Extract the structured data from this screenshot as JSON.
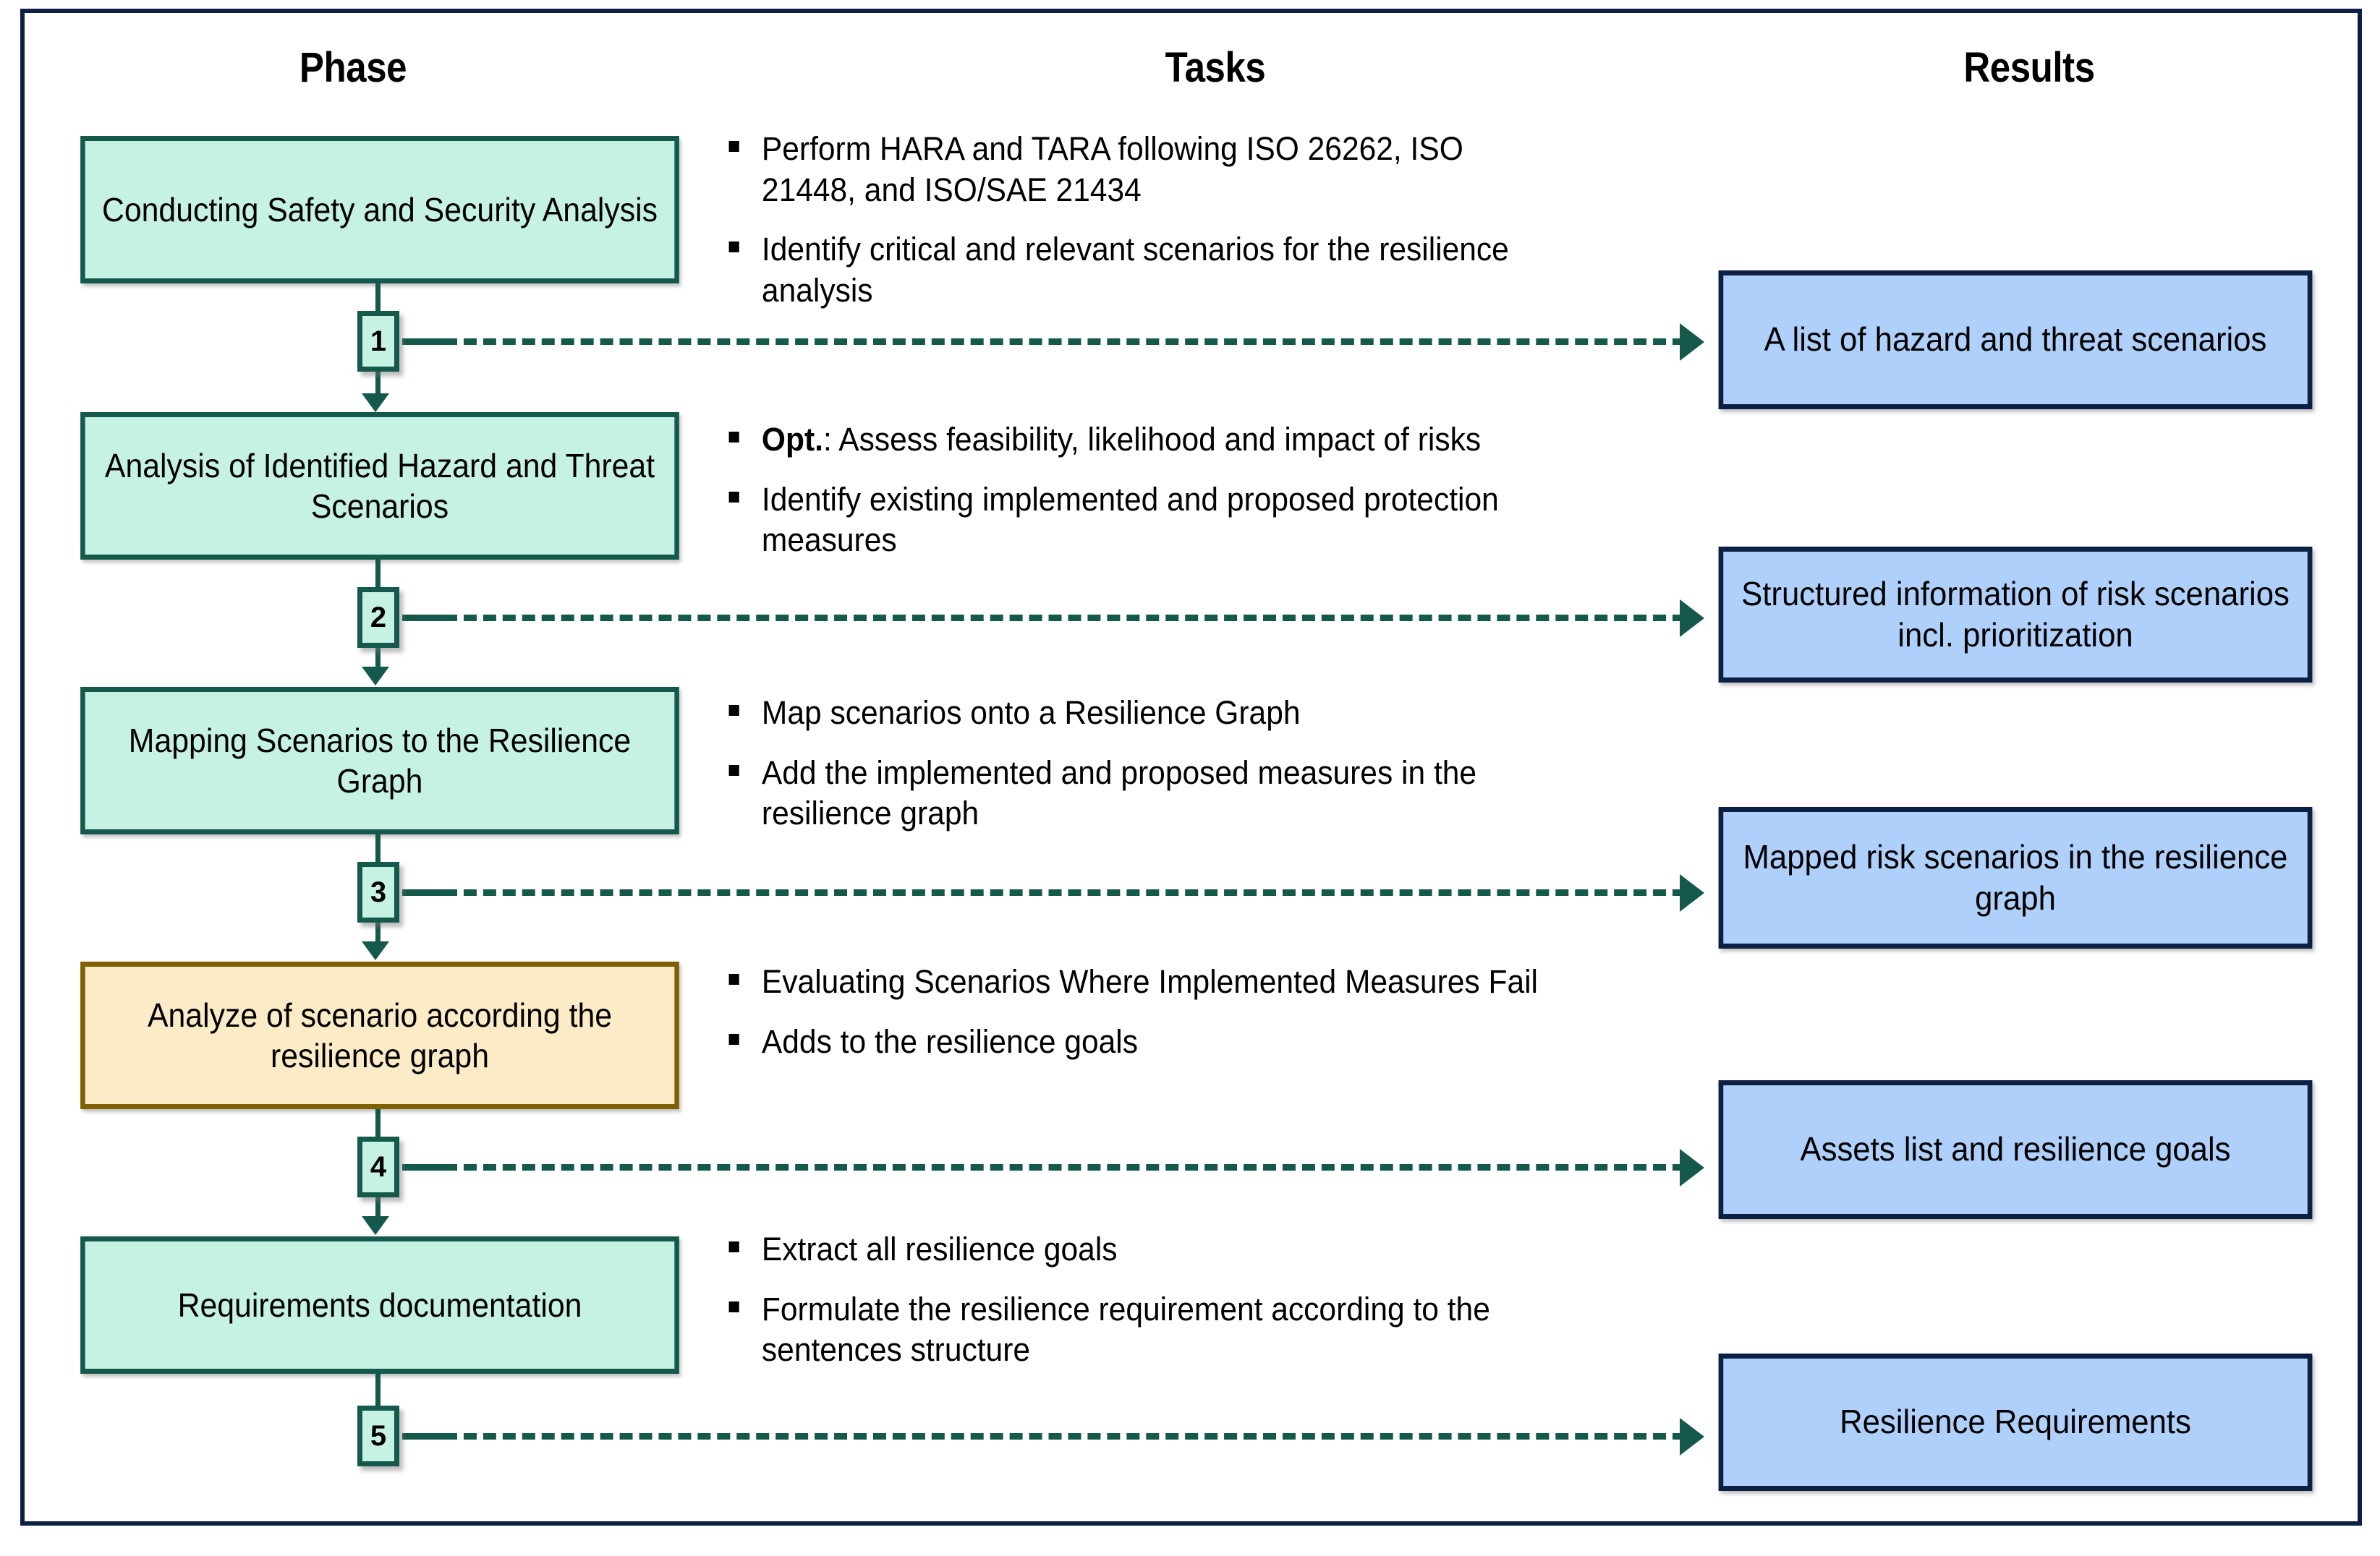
{
  "headers": {
    "phase": "Phase",
    "tasks": "Tasks",
    "results": "Results"
  },
  "colors": {
    "frame_border": "#0d1f43",
    "phase_fill": "#c6f2e3",
    "phase_border": "#14594b",
    "highlight_fill": "#fbebc6",
    "highlight_border": "#7f6000",
    "result_fill": "#aed0fa",
    "result_border": "#0d1f43",
    "connector": "#14594b"
  },
  "phases": [
    {
      "id": 1,
      "label": "Conducting Safety and Security Analysis",
      "highlight": false
    },
    {
      "id": 2,
      "label": "Analysis of Identified Hazard and Threat Scenarios",
      "highlight": false
    },
    {
      "id": 3,
      "label": "Mapping Scenarios to the Resilience Graph",
      "highlight": false
    },
    {
      "id": 4,
      "label": "Analyze of scenario according the resilience graph",
      "highlight": true
    },
    {
      "id": 5,
      "label": "Requirements documentation",
      "highlight": false
    }
  ],
  "badges": [
    "1",
    "2",
    "3",
    "4",
    "5"
  ],
  "tasks": [
    {
      "phase": 1,
      "items": [
        {
          "prefix": "",
          "text": "Perform HARA and TARA following ISO 26262, ISO 21448, and ISO/SAE 21434"
        },
        {
          "prefix": "",
          "text": "Identify critical and relevant scenarios for the resilience analysis"
        }
      ]
    },
    {
      "phase": 2,
      "items": [
        {
          "prefix": "Opt.",
          "text": ": Assess feasibility, likelihood and impact of risks"
        },
        {
          "prefix": "",
          "text": "Identify existing implemented and proposed protection measures"
        }
      ]
    },
    {
      "phase": 3,
      "items": [
        {
          "prefix": "",
          "text": "Map scenarios onto a Resilience Graph"
        },
        {
          "prefix": "",
          "text": "Add the implemented and proposed measures in the resilience graph"
        }
      ]
    },
    {
      "phase": 4,
      "items": [
        {
          "prefix": "",
          "text": "Evaluating Scenarios Where Implemented Measures Fail"
        },
        {
          "prefix": "",
          "text": "Adds to the resilience goals"
        }
      ]
    },
    {
      "phase": 5,
      "items": [
        {
          "prefix": "",
          "text": "Extract all resilience goals"
        },
        {
          "prefix": "",
          "text": "Formulate the resilience requirement according to the sentences structure"
        }
      ]
    }
  ],
  "results": [
    {
      "id": 1,
      "label": "A list of hazard and threat scenarios"
    },
    {
      "id": 2,
      "label": "Structured information of risk scenarios incl. prioritization"
    },
    {
      "id": 3,
      "label": "Mapped risk scenarios in the resilience graph"
    },
    {
      "id": 4,
      "label": "Assets list and resilience goals"
    },
    {
      "id": 5,
      "label": "Resilience Requirements"
    }
  ]
}
